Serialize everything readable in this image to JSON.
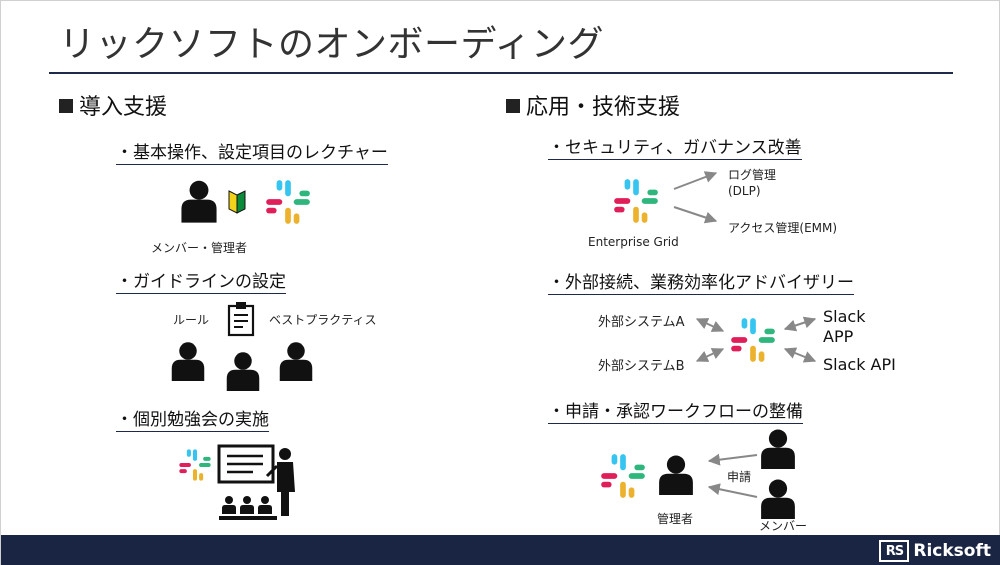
{
  "title": "リックソフトのオンボーディング",
  "left": {
    "heading": "導入支援",
    "items": [
      {
        "label": "・基本操作、設定項目のレクチャー",
        "caption": "メンバー・管理者"
      },
      {
        "label": "・ガイドラインの設定",
        "rule": "ルール",
        "best": "ベストプラクティス"
      },
      {
        "label": "・個別勉強会の実施"
      }
    ]
  },
  "right": {
    "heading": "応用・技術支援",
    "items": [
      {
        "label": "・セキュリティ、ガバナンス改善",
        "grid": "Enterprise Grid",
        "dlp": "ログ管理\n(DLP)",
        "dlp_line1": "ログ管理",
        "dlp_line2": "(DLP)",
        "emm": "アクセス管理(EMM)"
      },
      {
        "label": "・外部接続、業務効率化アドバイザリー",
        "sysA": "外部システムA",
        "sysB": "外部システムB",
        "app_line1": "Slack",
        "app_line2": "APP",
        "api": "Slack API"
      },
      {
        "label": "・申請・承認ワークフローの整備",
        "admin": "管理者",
        "apply": "申請",
        "member": "メンバー"
      }
    ]
  },
  "footer": {
    "logo_mark": "RS",
    "logo_text": "Ricksoft"
  },
  "colors": {
    "navy": "#1a2544",
    "slack_blue": "#36C5F0",
    "slack_green": "#2EB67D",
    "slack_yellow": "#ECB22E",
    "slack_red": "#E01E5A",
    "beginner_green": "#0a8a3a",
    "beginner_yellow": "#f2d21b"
  }
}
